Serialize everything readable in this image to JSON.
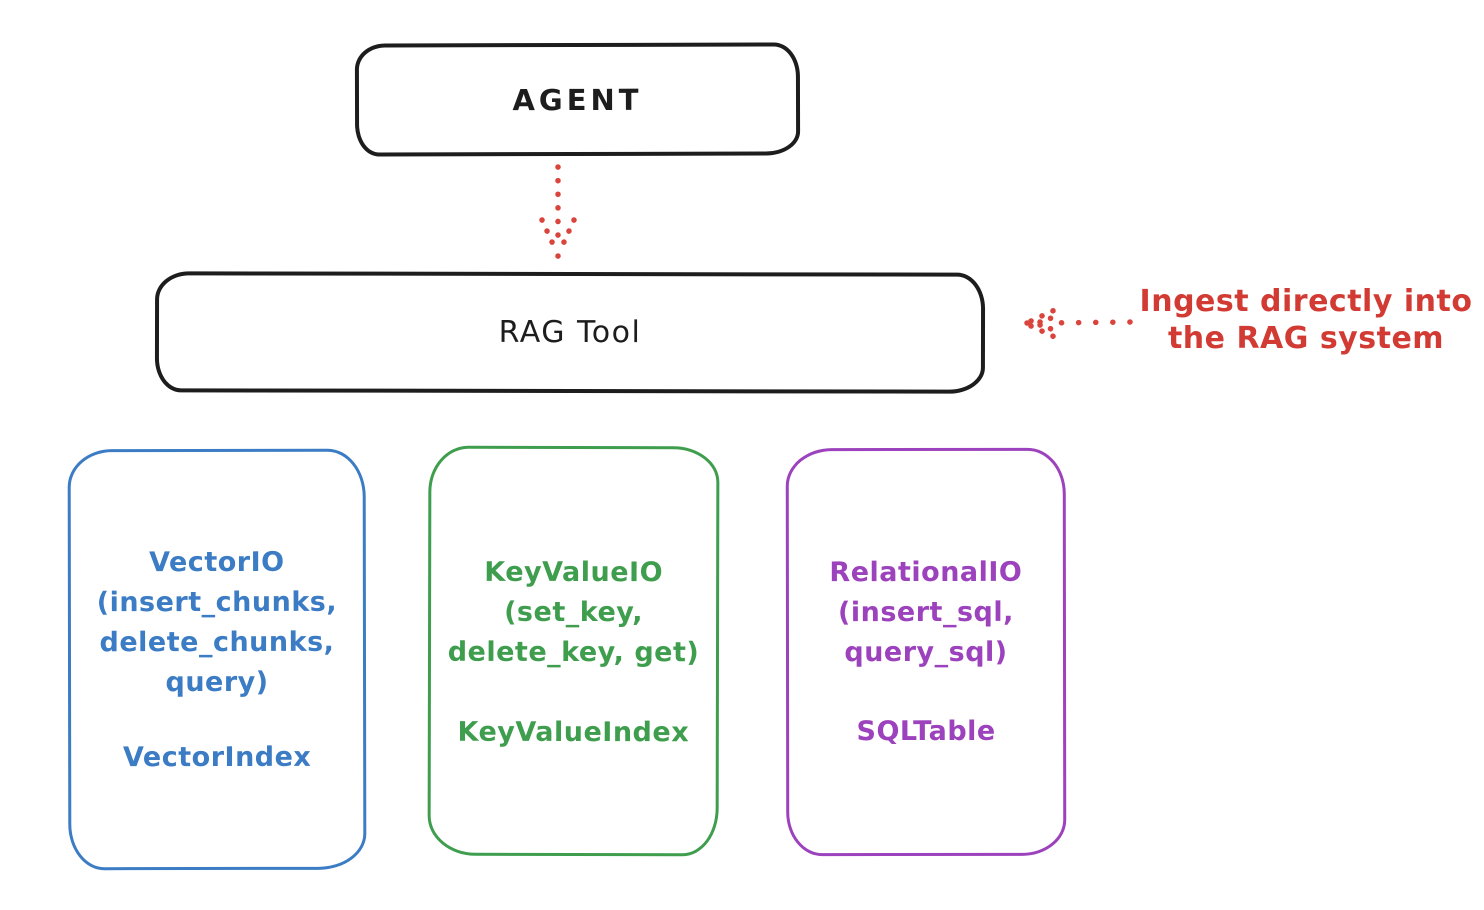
{
  "diagram": {
    "nodes": {
      "agent": {
        "label": "AGENT"
      },
      "rag_tool": {
        "label": "RAG Tool"
      }
    },
    "annotation": {
      "line1": "Ingest directly into",
      "line2": "the RAG system",
      "color": "#d23b33"
    },
    "backends": [
      {
        "lines": [
          "VectorIO",
          "(insert_chunks,",
          "delete_chunks,",
          "query)"
        ],
        "index_label": "VectorIndex",
        "color": "#3b7cc4"
      },
      {
        "lines": [
          "KeyValueIO",
          "(set_key,",
          "delete_key, get)"
        ],
        "index_label": "KeyValueIndex",
        "color": "#3f9e4e"
      },
      {
        "lines": [
          "RelationalIO",
          "(insert_sql,",
          "query_sql)"
        ],
        "index_label": "SQLTable",
        "color": "#9c42bd"
      }
    ],
    "arrows": [
      {
        "name": "agent-to-rag-tool",
        "style": "dotted",
        "color": "#d9453d",
        "direction": "down"
      },
      {
        "name": "ingest-into-rag-tool",
        "style": "dotted",
        "color": "#d9453d",
        "direction": "left"
      }
    ],
    "colors": {
      "box_stroke_black": "#1d1d1d",
      "red": "#d9453d",
      "blue": "#3b7cc4",
      "green": "#3f9e4e",
      "purple": "#9c42bd",
      "background": "#ffffff"
    }
  }
}
